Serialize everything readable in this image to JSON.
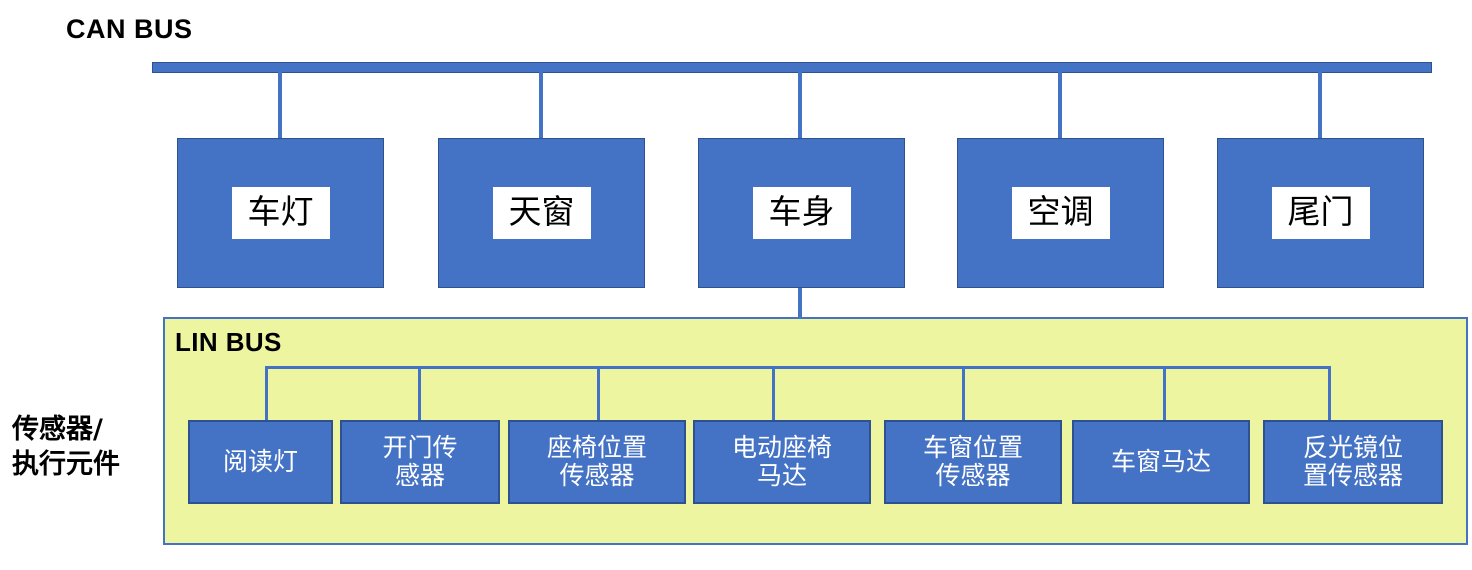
{
  "diagram": {
    "can_bus": {
      "title": "CAN BUS",
      "bar_color": "#4472c4",
      "nodes": [
        {
          "label": "车灯",
          "name": "headlight"
        },
        {
          "label": "天窗",
          "name": "sunroof"
        },
        {
          "label": "车身",
          "name": "body"
        },
        {
          "label": "空调",
          "name": "air-conditioning"
        },
        {
          "label": "尾门",
          "name": "tailgate"
        }
      ]
    },
    "lin_bus": {
      "title": "LIN BUS",
      "panel_color": "#eef5a0",
      "border_color": "#4472c4",
      "side_caption_line1": "传感器/",
      "side_caption_line2": "执行元件",
      "nodes": [
        {
          "label": "阅读灯",
          "name": "reading-light",
          "lines": [
            "阅读灯"
          ]
        },
        {
          "label": "开门传感器",
          "name": "door-open-sensor",
          "lines": [
            "开门传",
            "感器"
          ]
        },
        {
          "label": "座椅位置传感器",
          "name": "seat-position-sensor",
          "lines": [
            "座椅位置",
            "传感器"
          ]
        },
        {
          "label": "电动座椅马达",
          "name": "power-seat-motor",
          "lines": [
            "电动座椅",
            "马达"
          ]
        },
        {
          "label": "车窗位置传感器",
          "name": "window-position-sensor",
          "lines": [
            "车窗位置",
            "传感器"
          ]
        },
        {
          "label": "车窗马达",
          "name": "window-motor",
          "lines": [
            "车窗马达"
          ]
        },
        {
          "label": "反光镜位置传感器",
          "name": "mirror-position-sensor",
          "lines": [
            "反光镜位",
            "置传感器"
          ]
        }
      ]
    }
  }
}
